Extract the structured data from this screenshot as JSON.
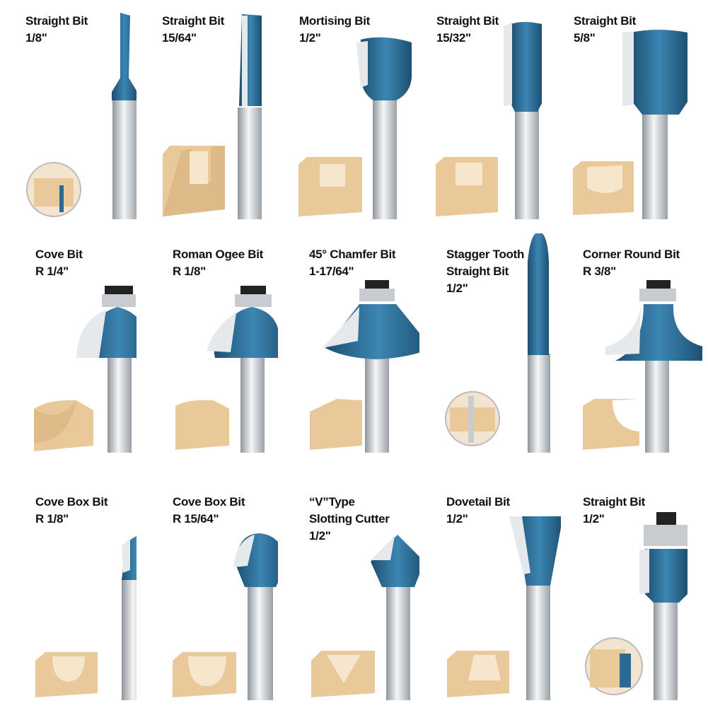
{
  "colors": {
    "bit_blue": "#2a6a93",
    "bit_blue_dark": "#1d4f70",
    "shank_steel": "#c8ccd0",
    "carbide": "#e6e9ec",
    "wood": "#e9c89a",
    "wood_dark": "#c99c66",
    "label": "#111111"
  },
  "bits": [
    {
      "lines": [
        "Straight Bit",
        "1/8\""
      ]
    },
    {
      "lines": [
        "Straight Bit",
        "15/64\""
      ]
    },
    {
      "lines": [
        "Mortising Bit",
        "1/2\""
      ]
    },
    {
      "lines": [
        "Straight Bit",
        "15/32\""
      ]
    },
    {
      "lines": [
        "Straight Bit",
        "5/8\""
      ]
    },
    {
      "lines": [
        "Cove Bit",
        "R 1/4\""
      ]
    },
    {
      "lines": [
        "Roman Ogee Bit",
        "R 1/8\""
      ]
    },
    {
      "lines": [
        "45° Chamfer Bit",
        "1-17/64\""
      ]
    },
    {
      "lines": [
        "Stagger Tooth",
        "Straight Bit",
        "1/2\""
      ]
    },
    {
      "lines": [
        "Corner Round Bit",
        "R 3/8\""
      ]
    },
    {
      "lines": [
        "Cove Box Bit",
        "R 1/8\""
      ]
    },
    {
      "lines": [
        "Cove Box Bit",
        "R 15/64\""
      ]
    },
    {
      "lines": [
        "“V”Type",
        "Slotting Cutter",
        "1/2\""
      ]
    },
    {
      "lines": [
        "Dovetail Bit",
        "1/2\""
      ]
    },
    {
      "lines": [
        "Straight Bit",
        "1/2\""
      ]
    }
  ]
}
